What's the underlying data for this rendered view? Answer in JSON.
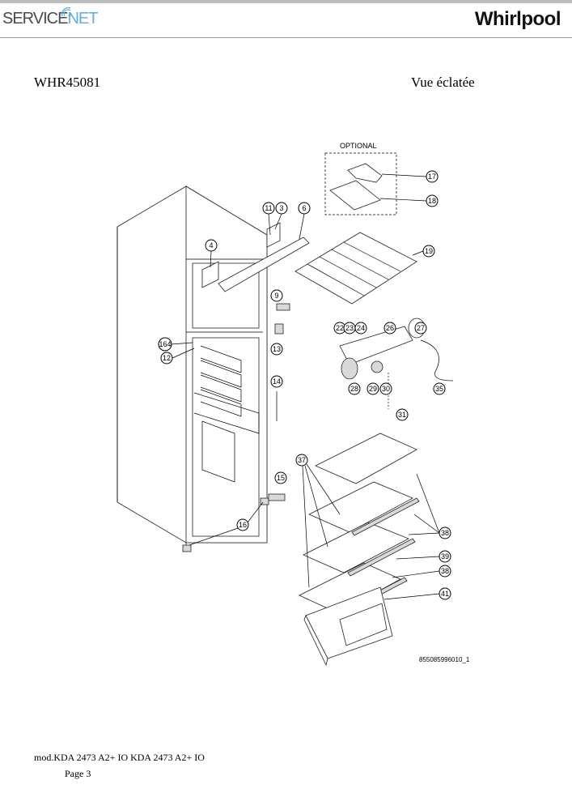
{
  "header": {
    "left_brand_a": "SERVICE",
    "left_brand_b": "NET",
    "right_brand": "Whirlpool"
  },
  "title": {
    "model": "WHR45081",
    "view_label": "Vue éclatée"
  },
  "diagram": {
    "optional_label": "OPTIONAL",
    "drawing_code": "855085996010_1",
    "callouts": [
      "17",
      "18",
      "19",
      "11",
      "3",
      "6",
      "4",
      "9",
      "22",
      "23",
      "24",
      "26",
      "27",
      "164",
      "12",
      "13",
      "28",
      "29",
      "30",
      "35",
      "14",
      "31",
      "37",
      "15",
      "16",
      "38",
      "39",
      "38",
      "41"
    ]
  },
  "footer": {
    "models": "mod.KDA 2473 A2+ IO KDA 2473 A2+ IO",
    "page": "Page 3"
  }
}
